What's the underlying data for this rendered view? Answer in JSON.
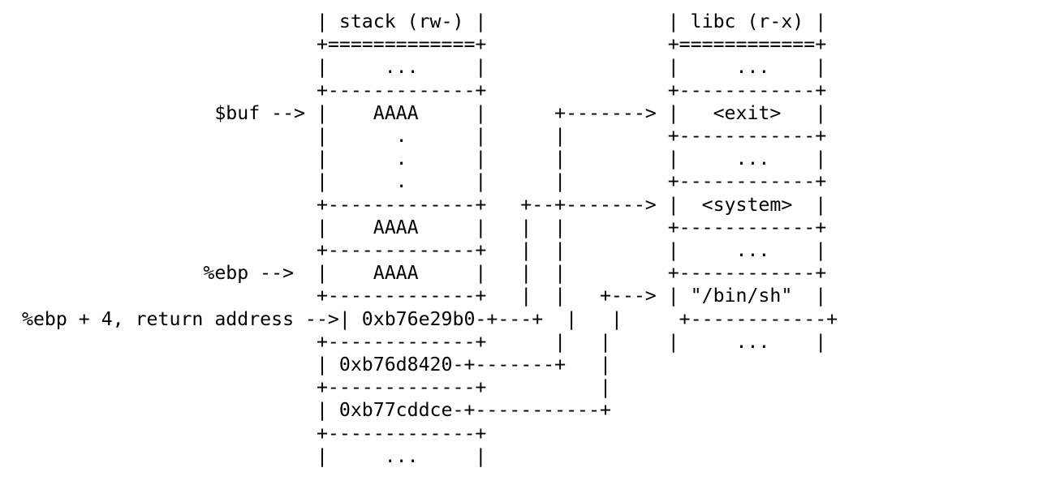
{
  "diagram": {
    "lines": [
      "                          | stack (rw-) |                | libc (r-x) |",
      "                          +=============+                +============+",
      "                          |     ...     |                |     ...    |",
      "                          +-------------+                +------------+",
      "                 $buf --> |    AAAA     |      +-------> |   <exit>   |",
      "                          |      .      |      |         +------------+",
      "                          |      .      |      |         |     ...    |",
      "                          |      .      |      |         +------------+",
      "                          +-------------+   +--+-------> |  <system>  |",
      "                          |    AAAA     |   |  |         +------------+",
      "                          +-------------+   |  |         |     ...    |",
      "                %ebp -->  |    AAAA     |   |  |         +------------+",
      "                          +-------------+   |  |   +---> | \"/bin/sh\"  |",
      "%ebp + 4, return address -->| 0xb76e29b0-+---+  |   |     +------------+",
      "                          +-------------+      |   |     |     ...    |",
      "                          | 0xb76d8420-+-------+   |",
      "                          +-------------+          |",
      "                          | 0xb77cddce-+-----------+",
      "                          +-------------+",
      "                          |     ...     |"
    ],
    "stack_header": "stack (rw-)",
    "libc_header": "libc (r-x)",
    "labels": {
      "buf": "$buf -->",
      "ebp": "%ebp -->",
      "return_address": "%ebp + 4, return address -->"
    },
    "stack_cells": [
      "...",
      "AAAA",
      ".",
      ".",
      ".",
      "AAAA",
      "AAAA",
      "0xb76e29b0",
      "0xb76d8420",
      "0xb77cddce",
      "..."
    ],
    "libc_cells": [
      "...",
      "<exit>",
      "...",
      "<system>",
      "...",
      "\"/bin/sh\"",
      "..."
    ]
  }
}
